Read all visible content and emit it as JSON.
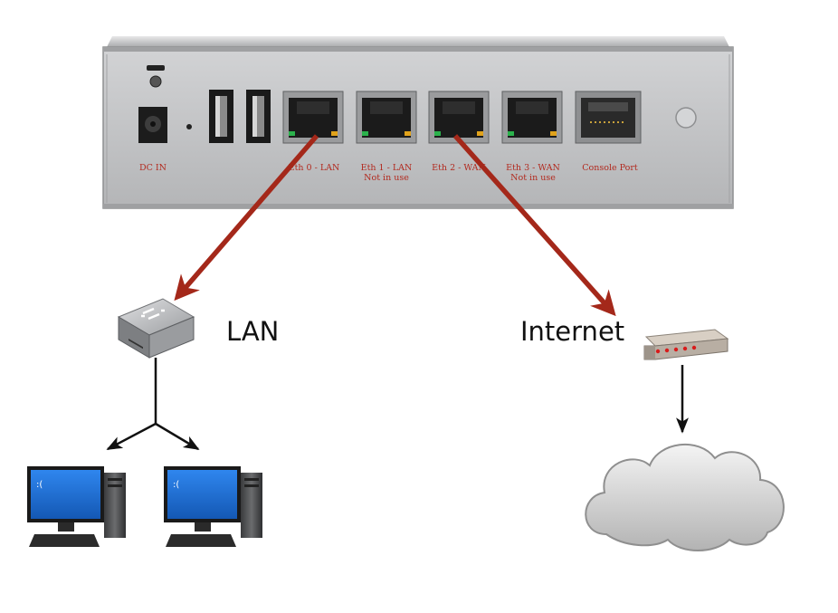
{
  "colors": {
    "panel": "#c3c4c6",
    "panel_edge": "#8e8f91",
    "port_label": "#b22a1f",
    "link_arrow": "#a4281a",
    "tree_arrow": "#111111",
    "monitor_screen": "#1e6fd9"
  },
  "device": {
    "ports": [
      {
        "line1": "DC IN",
        "line2": ""
      },
      {
        "line1": "Eth 0 - LAN",
        "line2": ""
      },
      {
        "line1": "Eth 1 - LAN",
        "line2": "Not in use"
      },
      {
        "line1": "Eth 2 - WAN",
        "line2": ""
      },
      {
        "line1": "Eth 3 - WAN",
        "line2": "Not in use"
      },
      {
        "line1": "Console Port",
        "line2": ""
      }
    ]
  },
  "labels": {
    "lan": "LAN",
    "internet": "Internet"
  },
  "icons": {
    "switch": "network-switch-icon",
    "modem": "modem-icon",
    "cloud": "cloud-icon",
    "computer": "desktop-computer-icon"
  }
}
